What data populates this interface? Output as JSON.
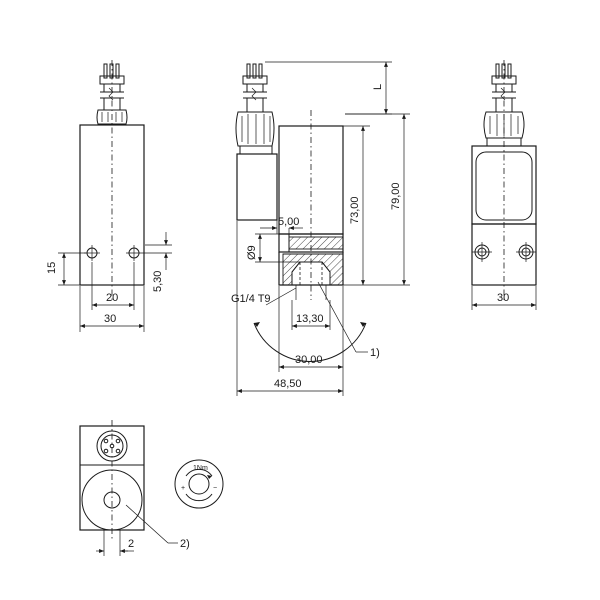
{
  "dimensions": {
    "L": "L",
    "height_73": "73,00",
    "height_79": "79,00",
    "gap_5": "5,00",
    "dia_9": "Ø9",
    "thread": "G1/4 T9",
    "hex_13": "13,30",
    "width_30_side": "30,00",
    "width_48": "48,50",
    "front_15": "15",
    "front_20": "20",
    "front_30": "30",
    "front_530": "5,30",
    "right_30": "30",
    "bottom_2": "2"
  },
  "callouts": {
    "c1": "1)",
    "c2": "2)"
  },
  "torque_label": "1Nm"
}
